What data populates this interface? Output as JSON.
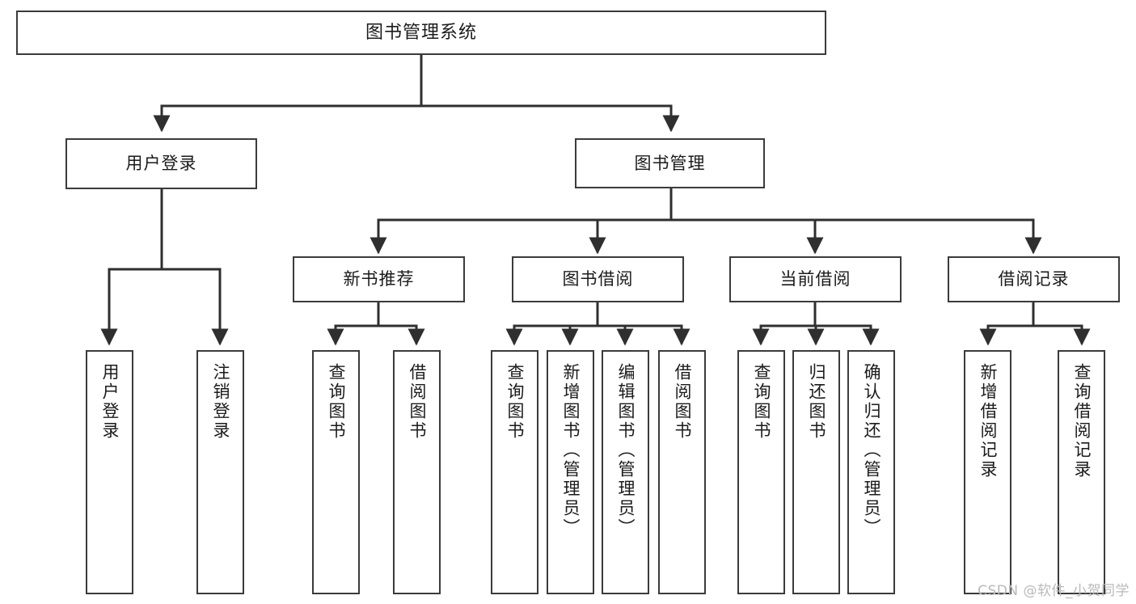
{
  "diagram": {
    "title": "图书管理系统",
    "type": "tree",
    "orientation": "top-down",
    "colors": {
      "background": "#ffffff",
      "box_border": "#3b3b3b",
      "connector": "#2f2f2f",
      "text": "#1b1b1b",
      "watermark": "#b9b9b9"
    },
    "root": {
      "id": "root",
      "label": "图书管理系统"
    },
    "level1": [
      {
        "id": "user-login",
        "label": "用户登录"
      },
      {
        "id": "book-manage",
        "label": "图书管理"
      }
    ],
    "level2": [
      {
        "id": "new-book-recommend",
        "label": "新书推荐",
        "parent": "book-manage"
      },
      {
        "id": "book-borrow",
        "label": "图书借阅",
        "parent": "book-manage"
      },
      {
        "id": "current-borrow",
        "label": "当前借阅",
        "parent": "book-manage"
      },
      {
        "id": "borrow-record",
        "label": "借阅记录",
        "parent": "book-manage"
      }
    ],
    "leaves": {
      "user-login": [
        {
          "id": "leaf-user-login",
          "label": "用户登录"
        },
        {
          "id": "leaf-user-logout",
          "label": "注销登录"
        }
      ],
      "new-book-recommend": [
        {
          "id": "leaf-query-book-1",
          "label": "查询图书"
        },
        {
          "id": "leaf-borrow-book-1",
          "label": "借阅图书"
        }
      ],
      "book-borrow": [
        {
          "id": "leaf-query-book-2",
          "label": "查询图书"
        },
        {
          "id": "leaf-add-book",
          "label": "新增图书（管理员）"
        },
        {
          "id": "leaf-edit-book",
          "label": "编辑图书（管理员）"
        },
        {
          "id": "leaf-borrow-book-2",
          "label": "借阅图书"
        }
      ],
      "current-borrow": [
        {
          "id": "leaf-query-book-3",
          "label": "查询图书"
        },
        {
          "id": "leaf-return-book",
          "label": "归还图书"
        },
        {
          "id": "leaf-confirm-return",
          "label": "确认归还（管理员）"
        }
      ],
      "borrow-record": [
        {
          "id": "leaf-add-record",
          "label": "新增借阅记录"
        },
        {
          "id": "leaf-query-record",
          "label": "查询借阅记录"
        }
      ]
    }
  },
  "watermark": {
    "text": "CSDN @软件_小贺同学"
  }
}
